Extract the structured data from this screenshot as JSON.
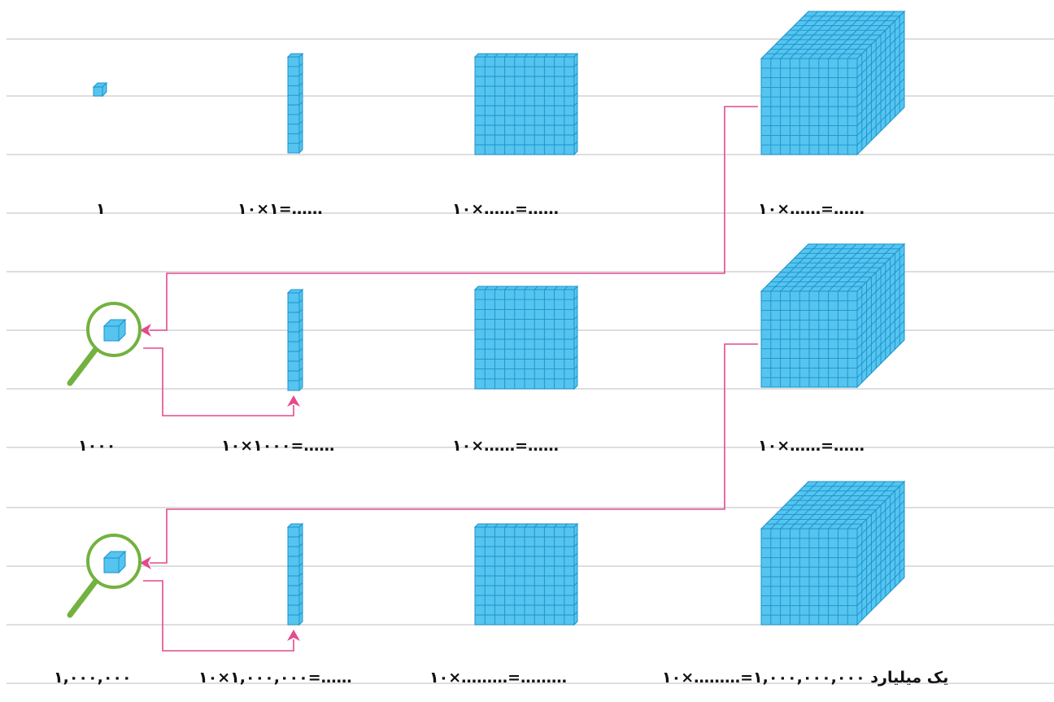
{
  "colors": {
    "cube_fill": "#55c4ef",
    "cube_stroke": "#1a93cc",
    "arrow": "#e44a8c",
    "magnifier": "#72b23e",
    "rule_line": "#d4d4d4"
  },
  "rows": [
    {
      "labels": [
        "۱",
        "۱۰×۱=……",
        "۱۰×……=……",
        "۱۰×……=……"
      ],
      "blocks": [
        "unit-cube",
        "rod-10",
        "flat-100",
        "cube-1000"
      ]
    },
    {
      "labels": [
        "۱۰۰۰",
        "۱۰×۱۰۰۰=……",
        "۱۰×……=……",
        "۱۰×……=……"
      ],
      "blocks": [
        "magnifier-cube",
        "rod-10",
        "flat-100",
        "cube-1000"
      ]
    },
    {
      "labels": [
        "۱,۰۰۰,۰۰۰",
        "۱۰×۱,۰۰۰,۰۰۰=……",
        "۱۰×………=………",
        "یک میلیارد ۱,۰۰۰,۰۰۰,۰۰۰=………×۱۰"
      ],
      "blocks": [
        "magnifier-cube",
        "rod-10",
        "flat-100",
        "cube-1000"
      ]
    }
  ],
  "icons": [
    "magnifier-icon",
    "arrow-icon"
  ]
}
